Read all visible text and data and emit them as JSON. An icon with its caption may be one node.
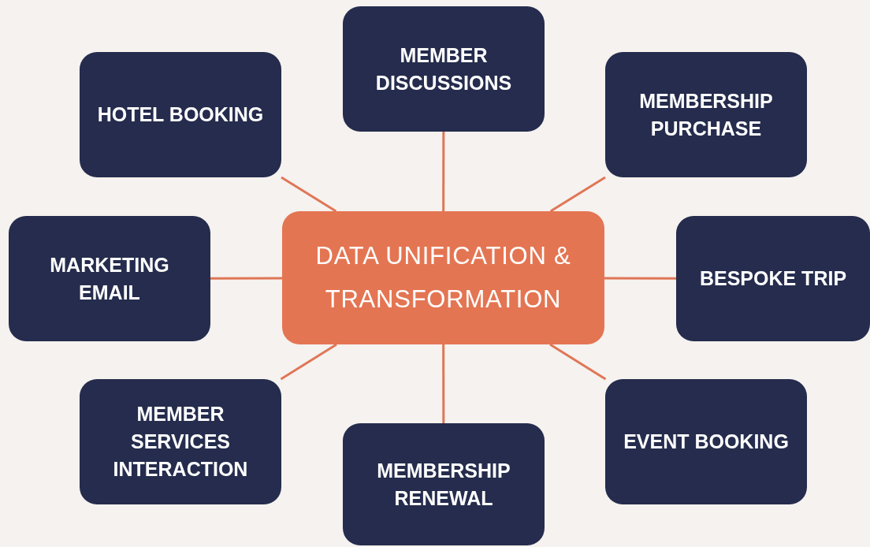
{
  "diagram": {
    "nodes": [
      {
        "text": [
          "MEMBER DISCUSSIONS"
        ]
      },
      {
        "text": [
          "HOTEL BOOKING"
        ]
      },
      {
        "text": [
          "MEMBERSHIP PURCHASE"
        ]
      },
      {
        "text": [
          "MARKETING EMAIL"
        ]
      },
      {
        "text": [
          "DATA UNIFICATION & TRANSFORMATION"
        ]
      },
      {
        "text": [
          "BESPOKE TRIP"
        ]
      },
      {
        "text": [
          "MEMBER SERVICES INTERACTION"
        ]
      },
      {
        "text": [
          "EVENT BOOKING"
        ]
      },
      {
        "text": [
          "MEMBERSHIP RENEWAL"
        ]
      }
    ],
    "edges": [
      {
        "from": 4,
        "to": 0,
        "arrow": "none"
      },
      {
        "from": 4,
        "to": 1,
        "arrow": "none"
      },
      {
        "from": 4,
        "to": 2,
        "arrow": "none"
      },
      {
        "from": 4,
        "to": 3,
        "arrow": "none"
      },
      {
        "from": 4,
        "to": 5,
        "arrow": "none"
      },
      {
        "from": 4,
        "to": 6,
        "arrow": "none"
      },
      {
        "from": 4,
        "to": 7,
        "arrow": "none"
      },
      {
        "from": 4,
        "to": 8,
        "arrow": "none"
      }
    ]
  }
}
